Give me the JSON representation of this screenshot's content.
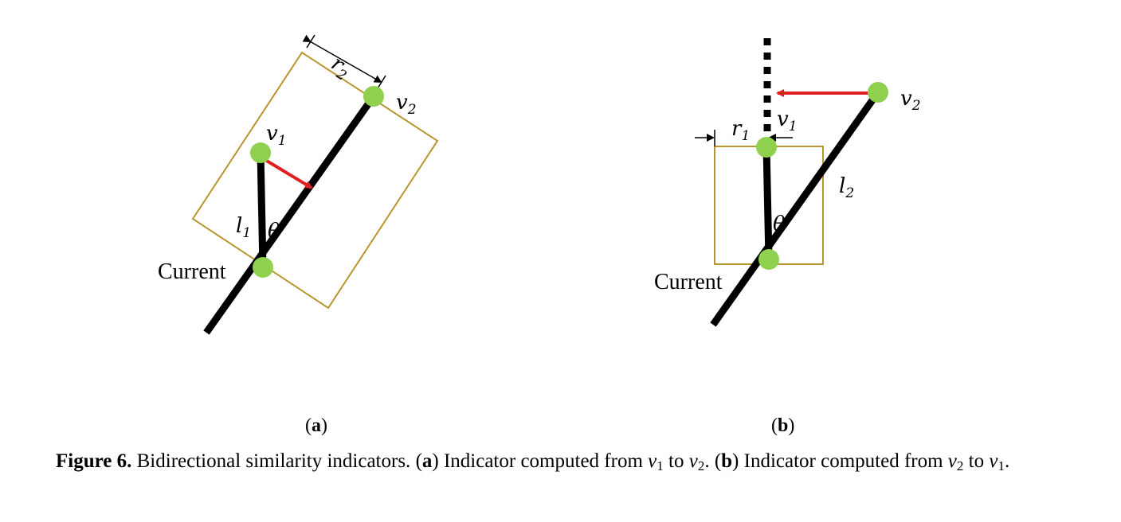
{
  "panel_a": {
    "v1": "v",
    "v1_sub": "1",
    "v2": "v",
    "v2_sub": "2",
    "r2": "r",
    "r2_sub": "2",
    "l1": "l",
    "l1_sub": "1",
    "theta": "θ",
    "current": "Current",
    "label_open": "(",
    "label_letter": "a",
    "label_close": ")"
  },
  "panel_b": {
    "v1": "v",
    "v1_sub": "1",
    "v2": "v",
    "v2_sub": "2",
    "r1": "r",
    "r1_sub": "1",
    "l2": "l",
    "l2_sub": "2",
    "theta": "θ",
    "current": "Current",
    "label_open": "(",
    "label_letter": "b",
    "label_close": ")"
  },
  "caption": {
    "figure_label": "Figure 6.",
    "title": "Bidirectional similarity indicators.",
    "a_open": "(",
    "a_letter": "a",
    "a_close": ")",
    "a_text": "Indicator computed from",
    "v": "v",
    "one": "1",
    "two": "2",
    "to": "to",
    "b_open": "(",
    "b_letter": "b",
    "b_close": ")",
    "b_text": "Indicator computed from"
  },
  "colors": {
    "node": "#8fd14f",
    "arrow": "#e02020",
    "box": "#b8962e",
    "line": "#000000"
  }
}
